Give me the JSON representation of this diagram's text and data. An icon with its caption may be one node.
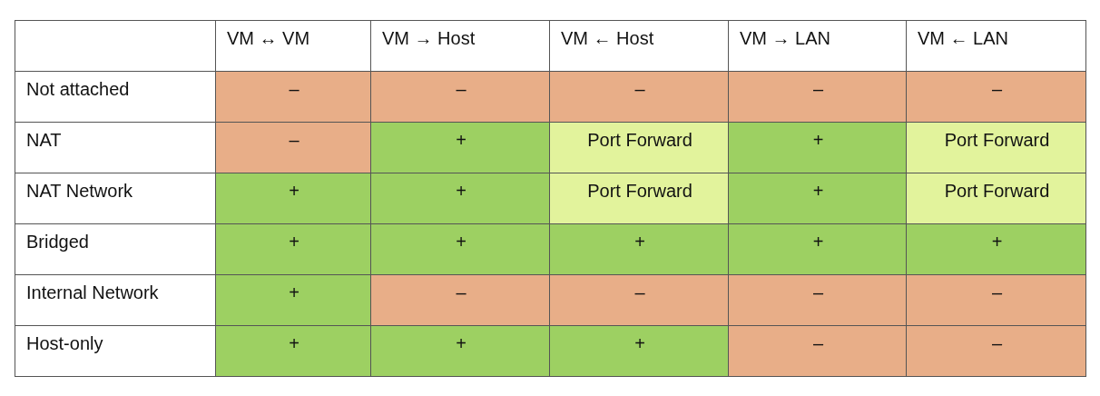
{
  "diagram": {
    "labels": [
      "VM ↔ VM",
      "VM → Host",
      "VM ← Host",
      "VM → LAN",
      "VM ← LAN",
      "Not attached",
      "–",
      "–",
      "–",
      "–",
      "–",
      "NAT",
      "–",
      "+",
      "Port Forward",
      "+",
      "Port Forward",
      "NAT Network",
      "+",
      "+",
      "Port Forward",
      "+",
      "Port Forward",
      "Bridged",
      "+",
      "+",
      "+",
      "+",
      "+",
      "Internal Network",
      "+",
      "–",
      "–",
      "–",
      "–",
      "Host-only",
      "+",
      "+",
      "+",
      "–",
      "–"
    ]
  }
}
